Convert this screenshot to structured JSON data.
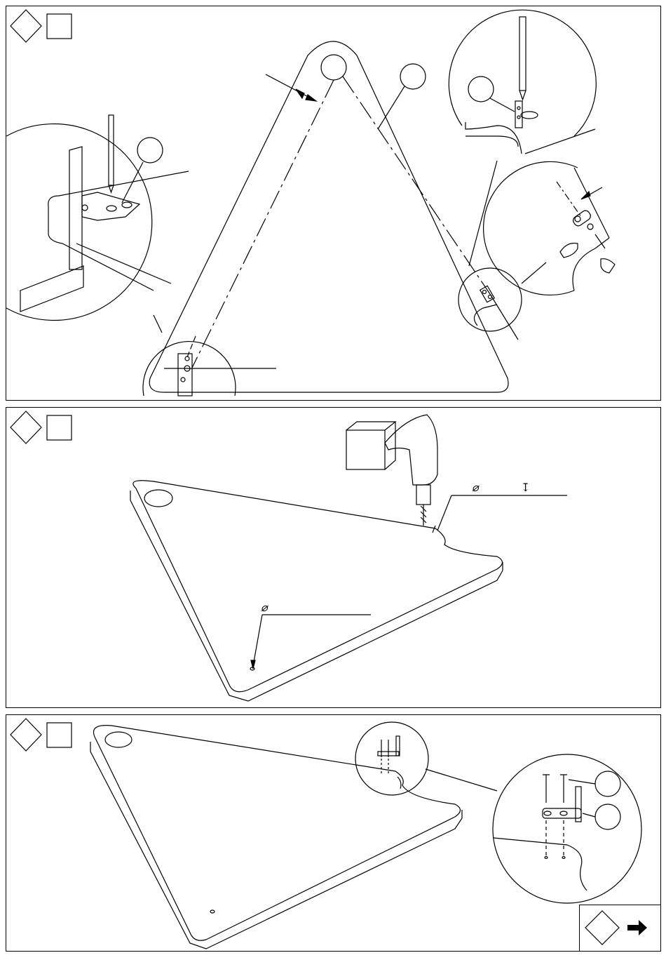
{
  "document": {
    "type": "assembly-instructions",
    "steps": [
      {
        "step_badge": {
          "shape": "diamond",
          "number": "",
          "count_box": ""
        },
        "callout_bubbles": 3,
        "description_text": ""
      },
      {
        "step_badge": {
          "shape": "diamond",
          "number": "",
          "count_box": ""
        },
        "dimension_labels": {
          "diameter_symbol_1": "⌀",
          "depth_symbol": "↧",
          "diameter_symbol_2": "⌀"
        }
      },
      {
        "step_badge": {
          "shape": "diamond",
          "number": "",
          "count_box": ""
        },
        "callout_bubbles": 2
      }
    ],
    "next_page": {
      "shape": "diamond",
      "arrow_icon": "right-arrow-icon"
    }
  },
  "colors": {
    "line": "#000000",
    "background": "#ffffff"
  }
}
